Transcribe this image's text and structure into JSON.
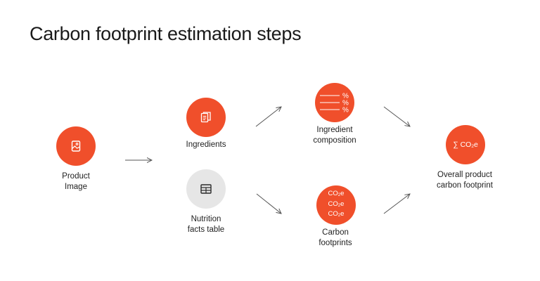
{
  "title": "Carbon footprint estimation steps",
  "nodes": {
    "product_image": {
      "line1": "Product",
      "line2": "Image",
      "icon": "image-file-icon"
    },
    "ingredients": {
      "line1": "Ingredients",
      "icon": "documents-icon"
    },
    "nutrition": {
      "line1": "Nutrition",
      "line2": "facts table",
      "icon": "table-icon"
    },
    "composition": {
      "line1": "Ingredient",
      "line2": "composition",
      "icon": "percent-list-icon",
      "pct": "%"
    },
    "carbon": {
      "line1": "Carbon",
      "line2": "footprints",
      "icon": "co2-list-icon",
      "co2": "CO",
      "sub2": "2",
      "e": "e"
    },
    "overall": {
      "line1": "Overall product",
      "line2": "carbon footprint",
      "icon": "sum-co2-icon",
      "sum": "∑ CO",
      "sub2": "2",
      "e": "e"
    }
  },
  "colors": {
    "accent": "#f04f2b",
    "neutral": "#e6e6e6",
    "arrow": "#555555"
  }
}
